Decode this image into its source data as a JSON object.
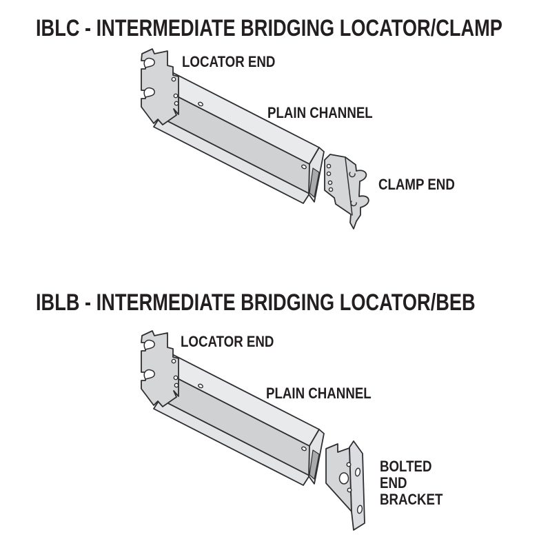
{
  "colors": {
    "background": "#ffffff",
    "text": "#231f20",
    "outline": "#2e2e30",
    "metal_plate": "#d5d6d8",
    "metal_flange_light": "#e9eaec",
    "metal_web": "#d0d1d3",
    "metal_inner_shadow": "#a9aaac"
  },
  "sections": [
    {
      "id": "IBLC",
      "title": "IBLC - INTERMEDIATE BRIDGING LOCATOR/CLAMP",
      "labels": {
        "locator_end": "LOCATOR END",
        "plain_channel": "PLAIN CHANNEL",
        "end_fitting": "CLAMP END"
      },
      "parts": [
        "locator end bracket",
        "plain channel",
        "clamp end bracket"
      ]
    },
    {
      "id": "IBLB",
      "title": "IBLB - INTERMEDIATE BRIDGING LOCATOR/BEB",
      "labels": {
        "locator_end": "LOCATOR END",
        "plain_channel": "PLAIN CHANNEL",
        "end_fitting_lines": [
          "BOLTED",
          "END",
          "BRACKET"
        ]
      },
      "parts": [
        "locator end bracket",
        "plain channel",
        "bolted end bracket"
      ]
    }
  ]
}
